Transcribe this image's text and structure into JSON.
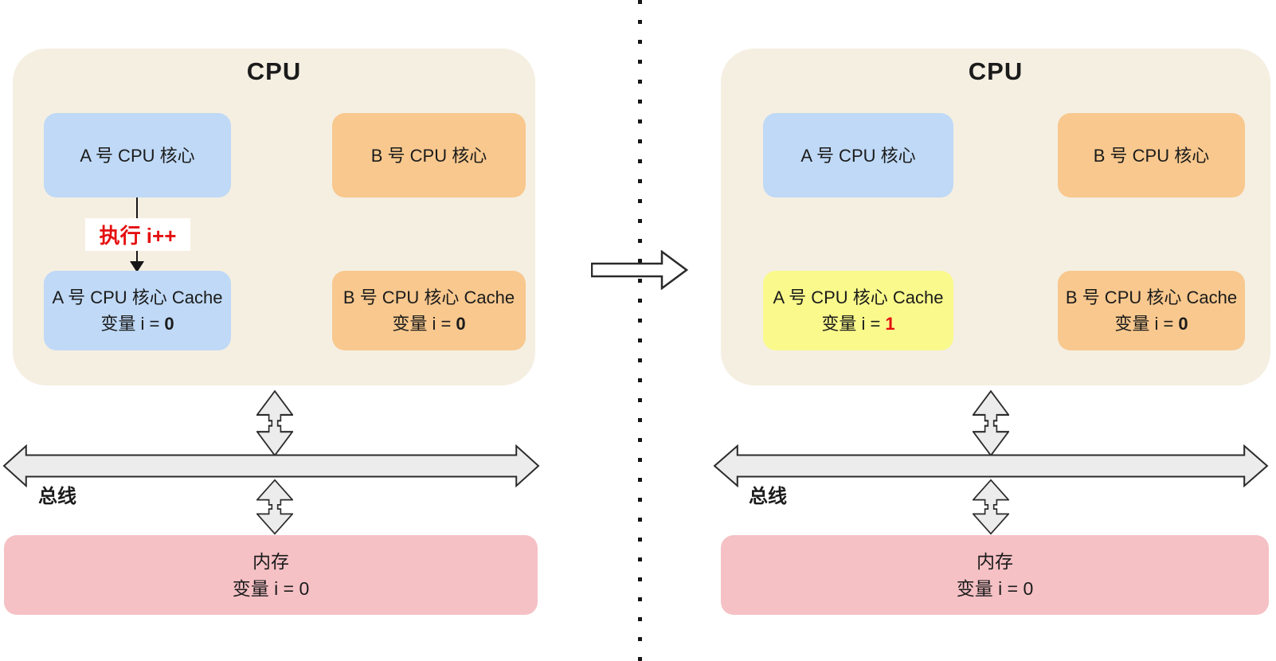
{
  "colors": {
    "container_bg": "#F5EFE2",
    "arrow_fill": "#ECECEC",
    "arrow_stroke": "#2B2B2B",
    "divider_color": "#161616",
    "line_color": "#161616",
    "text_color": "#1B1B1B"
  },
  "panels": [
    {
      "title": "CPU",
      "core_a": {
        "label": "A 号 CPU 核心",
        "bg": "#BFD9F6"
      },
      "core_b": {
        "label": "B 号 CPU 核心",
        "bg": "#F8C88E"
      },
      "exec": {
        "label": "执行 i++",
        "color": "#E51010"
      },
      "cache_a": {
        "line1": "A 号 CPU 核心 Cache",
        "prefix": "变量 i = ",
        "value": "0",
        "value_color": "#1B1B1B",
        "bg": "#BFD9F6"
      },
      "cache_b": {
        "line1": "B 号 CPU 核心 Cache",
        "prefix": "变量 i = ",
        "value": "0",
        "value_color": "#1B1B1B",
        "bg": "#F8C88E"
      },
      "bus_label": "总线",
      "memory": {
        "line1": "内存",
        "line2": "变量 i = 0",
        "bg": "#F5C1C5"
      }
    },
    {
      "title": "CPU",
      "core_a": {
        "label": "A 号 CPU 核心",
        "bg": "#BFD9F6"
      },
      "core_b": {
        "label": "B 号 CPU 核心",
        "bg": "#F8C88E"
      },
      "cache_a": {
        "line1": "A 号 CPU 核心 Cache",
        "prefix": "变量 i = ",
        "value": "1",
        "value_color": "#E51010",
        "bg": "#FAFA8C"
      },
      "cache_b": {
        "line1": "B 号 CPU 核心 Cache",
        "prefix": "变量 i = ",
        "value": "0",
        "value_color": "#1B1B1B",
        "bg": "#F8C88E"
      },
      "bus_label": "总线",
      "memory": {
        "line1": "内存",
        "line2": "变量 i = 0",
        "bg": "#F5C1C5"
      }
    }
  ]
}
